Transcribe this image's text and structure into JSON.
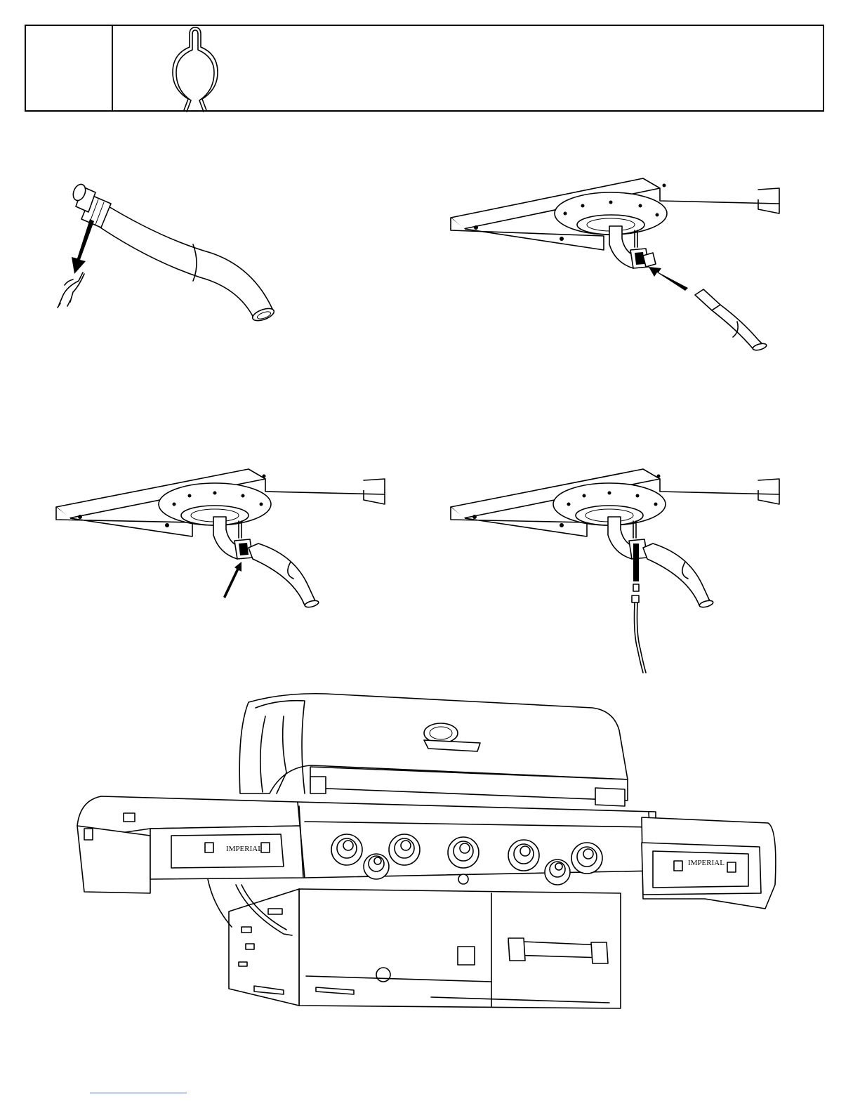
{
  "parts_table": {
    "part_icon": "hose-clip-icon"
  },
  "figures": {
    "fig1": "hose-with-clip-removed",
    "fig2": "hose-connect-to-side-burner",
    "fig3": "clip-installed-on-valve",
    "fig4": "igniter-wire-connected",
    "fig5": "grill-assembly-overview"
  },
  "grill": {
    "badge_left": "IMPERIAL",
    "badge_right": "IMPERIAL",
    "knob_count": 7
  },
  "colors": {
    "line": "#000000",
    "background": "#ffffff",
    "footer_link": "#4a6fd6"
  }
}
